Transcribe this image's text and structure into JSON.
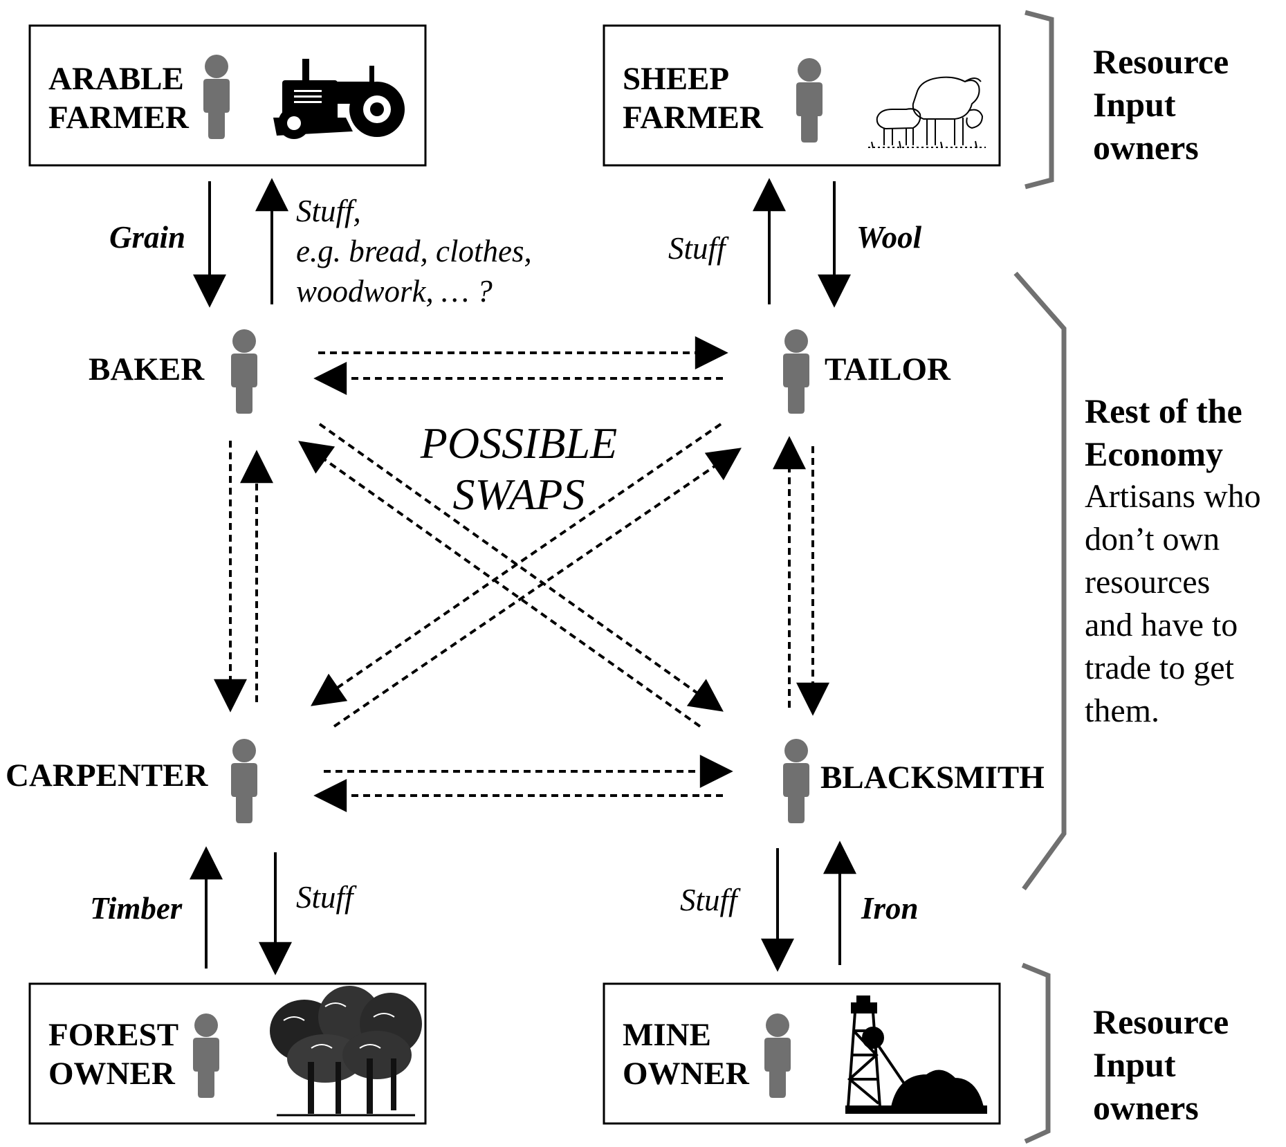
{
  "boxes": {
    "arable": {
      "line1": "ARABLE",
      "line2": "FARMER",
      "icon": "tractor-icon"
    },
    "sheep": {
      "line1": "SHEEP",
      "line2": "FARMER",
      "icon": "sheep-icon"
    },
    "forest": {
      "line1": "FOREST",
      "line2": "OWNER",
      "icon": "trees-icon"
    },
    "mine": {
      "line1": "MINE",
      "line2": "OWNER",
      "icon": "mine-headframe-icon"
    }
  },
  "artisans": {
    "baker": "BAKER",
    "tailor": "TAILOR",
    "carpenter": "CARPENTER",
    "blacksmith": "BLACKSMITH"
  },
  "flows": {
    "grain": "Grain",
    "stuff_arable_1": "Stuff,",
    "stuff_arable_2": "e.g. bread, clothes,",
    "stuff_arable_3": "woodwork, … ?",
    "stuff_sheep": "Stuff",
    "wool": "Wool",
    "timber": "Timber",
    "stuff_forest": "Stuff",
    "stuff_mine": "Stuff",
    "iron": "Iron"
  },
  "center": {
    "line1": "POSSIBLE",
    "line2": "SWAPS"
  },
  "side": {
    "top": {
      "line1": "Resource",
      "line2": "Input",
      "line3": "owners"
    },
    "middle": {
      "heading1": "Rest of the",
      "heading2": "Economy",
      "body": [
        "Artisans who",
        "don’t own",
        "resources",
        "and have to",
        "trade to get",
        "them."
      ]
    },
    "bottom": {
      "line1": "Resource",
      "line2": "Input",
      "line3": "owners"
    }
  },
  "colors": {
    "person": "#707070",
    "bracket": "#707070",
    "ink": "#000000"
  }
}
